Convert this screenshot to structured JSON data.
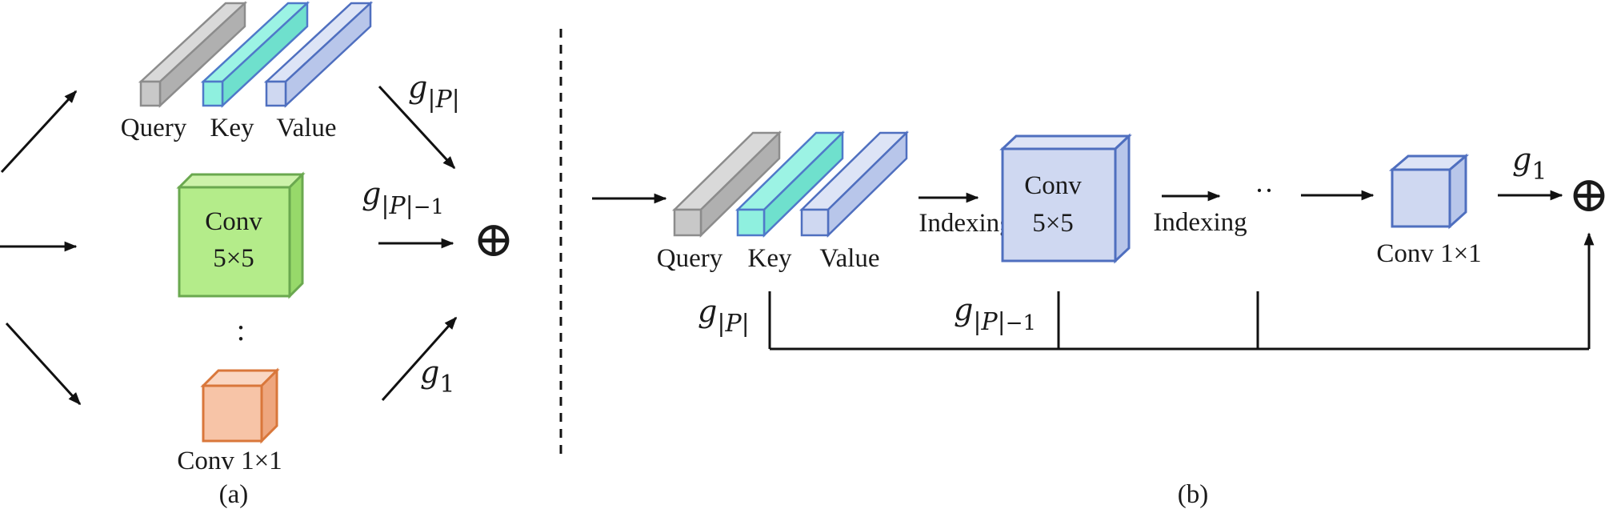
{
  "panel_a": {
    "caption": "(a)",
    "qkv_labels": [
      "Query",
      "Key",
      "Value"
    ],
    "conv5": [
      "Conv",
      "5×5"
    ],
    "conv1": "Conv 1×1",
    "dots": ":",
    "gP": {
      "g": "g",
      "bar1": "|",
      "P": "P",
      "bar2": "|",
      "minus1": ""
    },
    "gP1": {
      "g": "g",
      "bar1": "|",
      "P": "P",
      "bar2": "|",
      "minus1": "−1"
    },
    "g1": {
      "g": "g",
      "sub": "1"
    },
    "oplus": "⊕"
  },
  "panel_b": {
    "caption": "(b)",
    "qkv_labels": [
      "Query",
      "Key",
      "Value"
    ],
    "indexing_1": "Indexing",
    "indexing_2": "Indexing",
    "conv5": [
      "Conv",
      "5×5"
    ],
    "ellipsis": "··",
    "conv1": "Conv 1×1",
    "gP": {
      "g": "g",
      "bar1": "|",
      "P": "P",
      "bar2": "|",
      "minus1": ""
    },
    "gP1": {
      "g": "g",
      "bar1": "|",
      "P": "P",
      "bar2": "|",
      "minus1": "−1"
    },
    "g1": {
      "g": "g",
      "sub": "1"
    },
    "oplus": "⊕"
  },
  "colors": {
    "query_fill": "#c8c8c8",
    "query_stroke": "#8c8c8c",
    "key_fill": "#8ff0df",
    "key_stroke": "#4f79c9",
    "value_fill": "#cfd8f1",
    "value_stroke": "#4f6fbf",
    "conv5_green_fill": "#b4ec8a",
    "conv5_green_stroke": "#6aa84f",
    "conv1_orange_fill": "#f7c4a7",
    "conv1_orange_stroke": "#d9773b",
    "conv_blue_fill": "#cfd8f1",
    "conv_blue_stroke": "#4f6fbf",
    "line": "#111111"
  }
}
